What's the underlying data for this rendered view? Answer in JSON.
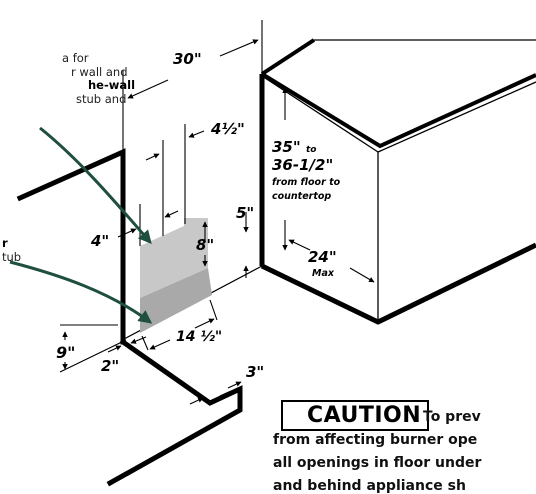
{
  "labels": {
    "width_30": "30\"",
    "dim_4_5": "4½\"",
    "dim_35": "35\"",
    "dim_to": "to",
    "dim_36": "36-1/2\"",
    "from_floor_1": "from floor to",
    "from_floor_2": "countertop",
    "dim_5": "5\"",
    "dim_8": "8\"",
    "dim_4": "4\"",
    "dim_24": "24\"",
    "dim_max": "Max",
    "dim_9": "9\"",
    "dim_2": "2\"",
    "dim_14_5": "14 ½\"",
    "dim_3": "3\""
  },
  "notes": {
    "area_wall_1": "a for",
    "area_wall_2": "r wall and",
    "area_wall_3": "he-wall",
    "area_wall_4": "stub and",
    "area_floor_1": "r",
    "area_floor_2": "tub"
  },
  "caution": {
    "word": "CAUTION",
    "line1": "To prev",
    "line2": "from affecting burner ope",
    "line3": "all openings in floor under",
    "line4": "and behind appliance  sh"
  },
  "colors": {
    "area_fill": "#c8c8c8",
    "area_fill_floor": "#a9a9a9",
    "arrow_green": "#1f4f3e",
    "line": "#000000"
  }
}
